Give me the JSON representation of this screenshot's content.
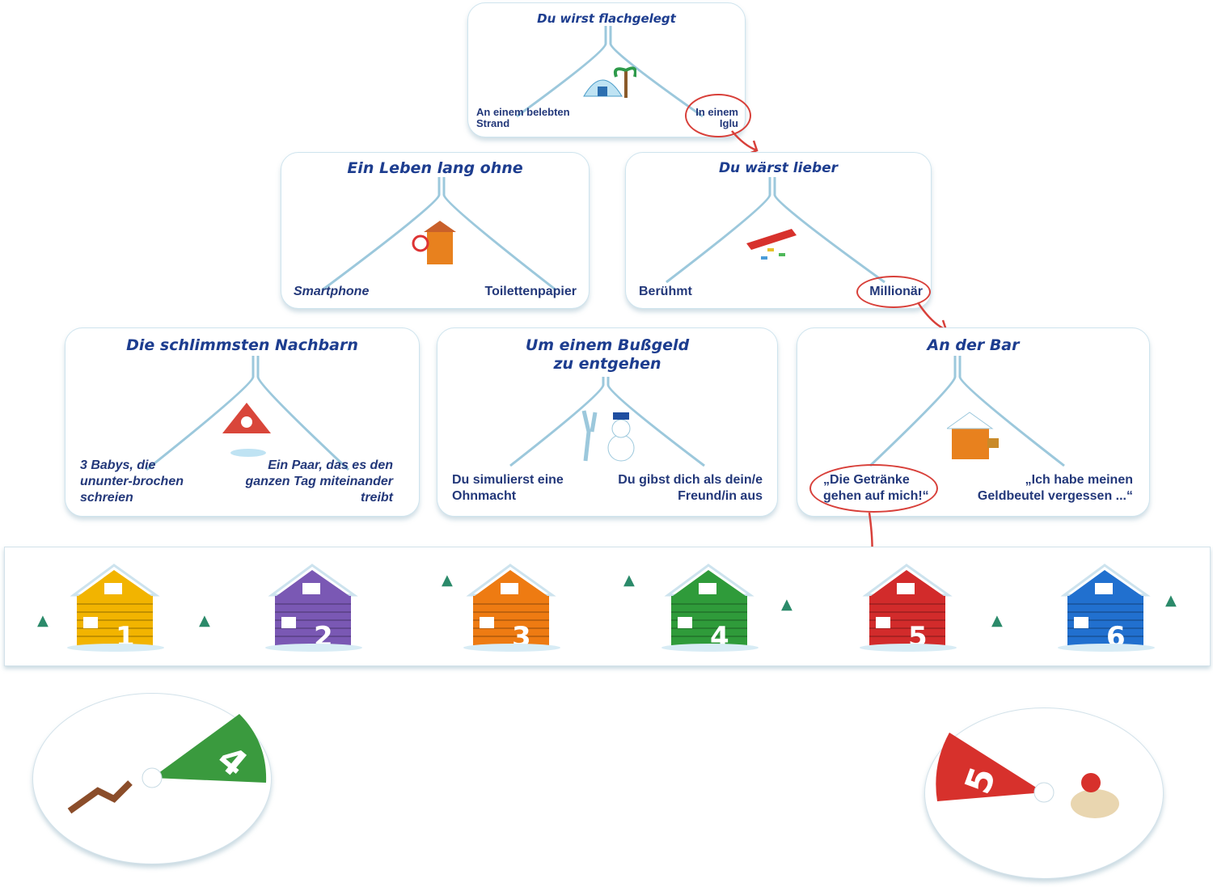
{
  "cards": [
    {
      "title": "Du wirst flachgelegt",
      "left": "An einem belebten Strand",
      "right": "In einem Iglu",
      "circled": "right"
    },
    {
      "title": "Ein Leben lang ohne",
      "left": "Smartphone",
      "right": "Toilettenpapier"
    },
    {
      "title": "Du wärst lieber",
      "left": "Berühmt",
      "right": "Millionär",
      "circled": "right"
    },
    {
      "title": "Die schlimmsten Nachbarn",
      "left": "3 Babys, die ununter-brochen schreien",
      "right": "Ein Paar, das es den ganzen Tag miteinander treibt"
    },
    {
      "title": "Um einem Bußgeld zu entgehen",
      "left": "Du simulierst eine Ohnmacht",
      "right": "Du gibst dich als dein/e Freund/in aus"
    },
    {
      "title": "An der Bar",
      "left": "„Die Getränke gehen auf mich!“",
      "right": "„Ich habe meinen Geldbeutel vergessen ...“",
      "circled": "left"
    }
  ],
  "board": {
    "houses": [
      {
        "number": "1",
        "color": "#f2b400"
      },
      {
        "number": "2",
        "color": "#7a58b4"
      },
      {
        "number": "3",
        "color": "#ee7b12"
      },
      {
        "number": "4",
        "color": "#2f9b3a"
      },
      {
        "number": "5",
        "color": "#d22b2b"
      },
      {
        "number": "6",
        "color": "#2170cf"
      }
    ]
  },
  "discs": [
    {
      "number": "4",
      "color": "#3a9a3e"
    },
    {
      "number": "5",
      "color": "#d7312c"
    }
  ],
  "accent": "#d8403a",
  "text_color": "#1d3d8f"
}
